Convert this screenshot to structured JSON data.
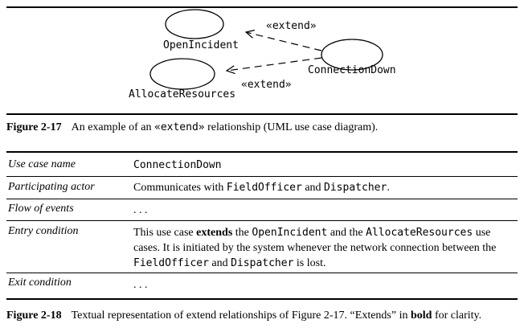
{
  "diagram": {
    "use_cases": [
      "OpenIncident",
      "ConnectionDown",
      "AllocateResources"
    ],
    "relations": [
      {
        "label": "«extend»",
        "from": "ConnectionDown",
        "to": "OpenIncident"
      },
      {
        "label": "«extend»",
        "from": "ConnectionDown",
        "to": "AllocateResources"
      }
    ]
  },
  "figure17": {
    "number": "Figure 2-17",
    "text_before": "An example of an ",
    "keyword": "«extend»",
    "text_after": " relationship (UML use case diagram)."
  },
  "table": {
    "rows": [
      {
        "label": "Use case name",
        "value": "ConnectionDown"
      },
      {
        "label": "Participating actor",
        "parts": [
          "Communicates with ",
          "FieldOfficer",
          " and ",
          "Dispatcher",
          "."
        ]
      },
      {
        "label": "Flow of events",
        "value": ". . ."
      },
      {
        "label": "Entry condition",
        "parts": [
          "This use case ",
          "extends",
          " the ",
          "OpenIncident",
          " and the ",
          "AllocateResources",
          " use cases. It is initiated by the system whenever the network connection between the ",
          "FieldOfficer",
          " and ",
          "Dispatcher",
          " is lost."
        ]
      },
      {
        "label": "Exit condition",
        "value": ". . ."
      }
    ]
  },
  "figure18": {
    "number": "Figure 2-18",
    "text_before": "Textual representation of extend relationships of Figure 2-17. “Extends” in ",
    "bold_word": "bold",
    "text_after": " for clarity."
  }
}
